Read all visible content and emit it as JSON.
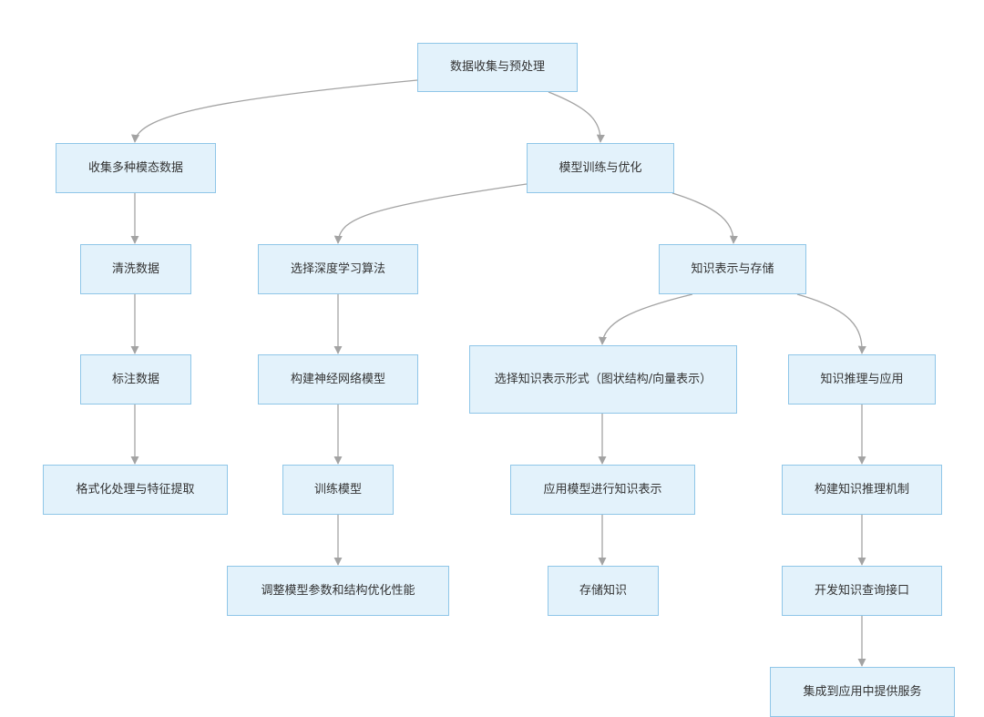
{
  "nodes": {
    "root": "数据收集与预处理",
    "collect": "收集多种模态数据",
    "clean": "清洗数据",
    "label": "标注数据",
    "format": "格式化处理与特征提取",
    "train_opt": "模型训练与优化",
    "select_algo": "选择深度学习算法",
    "build_nn": "构建神经网络模型",
    "train": "训练模型",
    "tune": "调整模型参数和结构优化性能",
    "knowledge_store": "知识表示与存储",
    "select_repr": "选择知识表示形式（图状结构/向量表示）",
    "apply_model": "应用模型进行知识表示",
    "store": "存储知识",
    "reasoning": "知识推理与应用",
    "build_reason": "构建知识推理机制",
    "query_api": "开发知识查询接口",
    "integrate": "集成到应用中提供服务"
  },
  "colors": {
    "node_fill": "#e3f2fb",
    "node_border": "#8fc6e8",
    "edge": "#a3a3a3",
    "text": "#333333"
  }
}
